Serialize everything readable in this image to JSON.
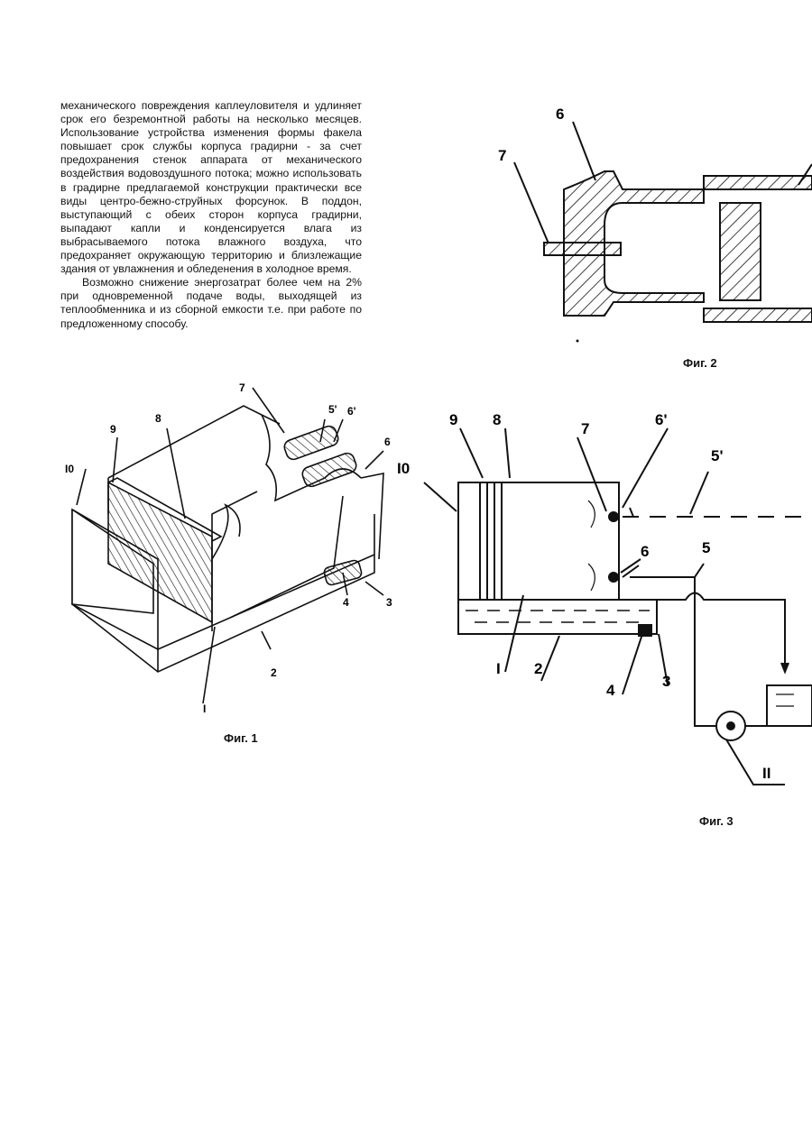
{
  "text": {
    "para1": "механического повреждения каплеуловителя и удлиняет срок его безремонтной работы на несколько месяцев. Использование устройства изменения формы факела повышает срок службы корпуса градирни - за счет предохранения стенок аппарата от механического воздействия водовоздушного потока; можно использовать в градирне предлагаемой конструкции практически все виды центро-бежно-струйных форсунок. В поддон, выступающий с обеих сторон корпуса градирни, выпадают капли и конденсируется влага из выбрасываемого потока влажного воздуха, что предохраняет окружающую территорию и близлежащие здания от увлажнения и обледенения в холодное время.",
    "para2": "Возможно снижение энергозатрат более чем на 2% при одновременной подаче воды, выходящей из теплообменника и из сборной емкости т.е. при работе по предложенному способу."
  },
  "fig1": {
    "caption": "Фиг. 1",
    "labels": {
      "l10": "I0",
      "l9": "9",
      "l8": "8",
      "l7": "7",
      "l5p": "5'",
      "l6p": "6'",
      "l6": "6",
      "l3": "3",
      "l4": "4",
      "l2": "2",
      "l1": "I"
    }
  },
  "fig2": {
    "caption": "Фиг. 2",
    "labels": {
      "l6": "6",
      "l7": "7"
    }
  },
  "fig3": {
    "caption": "Фиг. 3",
    "labels": {
      "l9": "9",
      "l8": "8",
      "l7": "7",
      "l6p": "6'",
      "l5p": "5'",
      "l10": "I0",
      "l6": "6",
      "l5": "5",
      "l1": "I",
      "l2": "2",
      "l4": "4",
      "l3": "3",
      "l11": "II"
    }
  }
}
